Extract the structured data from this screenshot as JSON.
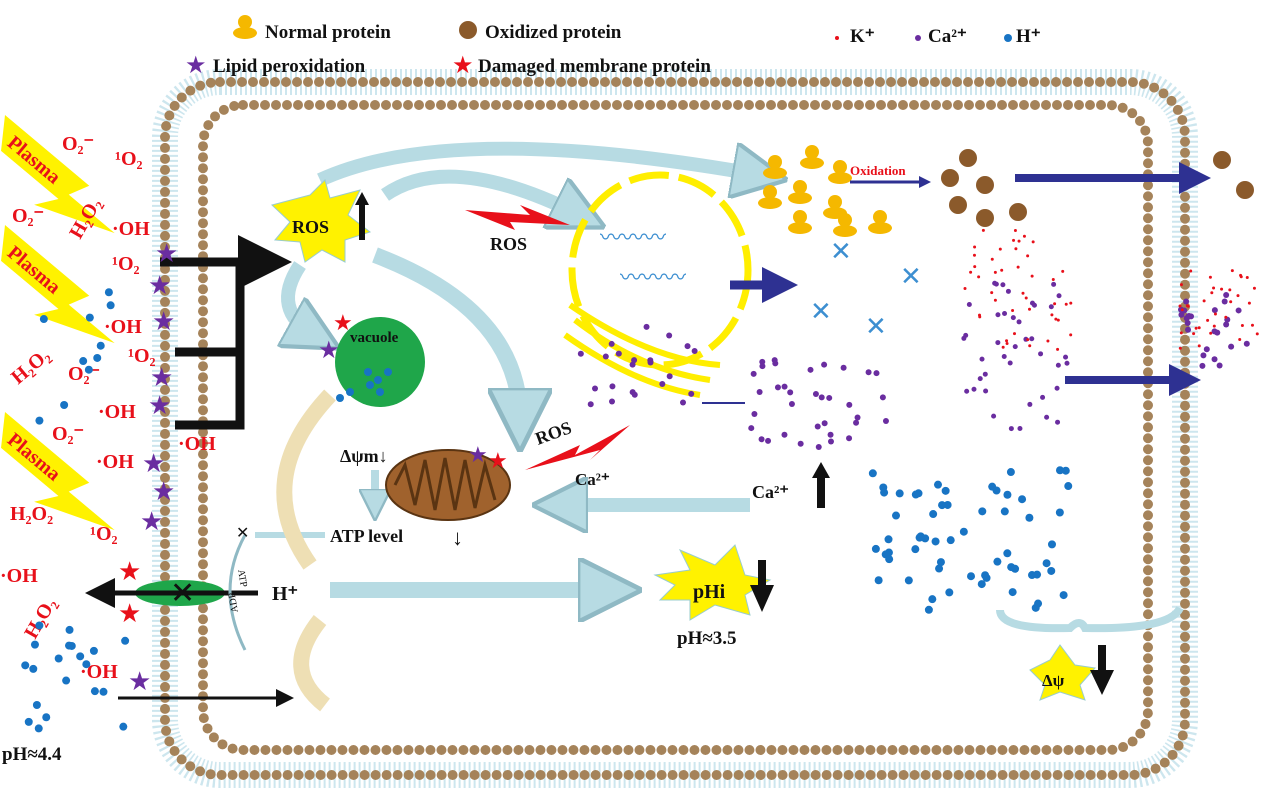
{
  "legend": {
    "normal_protein": "Normal protein",
    "oxidized_protein": "Oxidized protein",
    "lipid_peroxidation": "Lipid  peroxidation",
    "damaged_membrane_protein": "Damaged membrane protein",
    "k_ion": "K⁺",
    "ca_ion": "Ca²⁺",
    "h_ion": "H⁺"
  },
  "outside": {
    "plasma": "Plasma",
    "o2_minus": "O₂⁻",
    "singlet_o2": "¹O₂",
    "h2o2": "H₂O₂",
    "oh": "·OH",
    "ph_outside": "pH≈4.4"
  },
  "inside": {
    "ros": "ROS",
    "vacuole": "vacuole",
    "delta_psi_m": "Δψm↓",
    "atp_level": "ATP level",
    "atp": "ATP",
    "adp": "ADP",
    "h_plus": "H⁺",
    "ca2_plus": "Ca²⁺",
    "phi": "pHi",
    "ph_inside": "pH≈3.5",
    "oxidation": "Oxidation",
    "delta_psi": "Δψ"
  },
  "colors": {
    "membrane_head": "#a5835a",
    "membrane_tail": "#a9d3df",
    "reactive_species": "#e8101a",
    "plasma_bolt": "#fff200",
    "h_ion": "#1874c4",
    "ca_ion": "#6a2da0",
    "k_ion": "#e8101a",
    "normal_protein": "#f5b800",
    "oxidized_protein": "#8b5a2b",
    "lipid_star": "#6a2da0",
    "damaged_star": "#e8101a",
    "vacuole": "#1fa64a",
    "mitochondrion": "#a0622d",
    "arrow_blue": "#2e3192",
    "arrow_light": "#b7dbe3"
  }
}
